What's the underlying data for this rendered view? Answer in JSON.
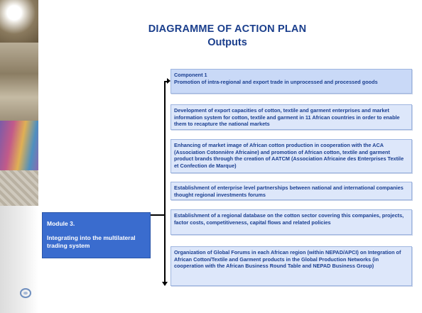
{
  "title": {
    "main": "DIAGRAMME OF ACTION PLAN",
    "sub": "Outputs"
  },
  "module": {
    "title": "Module 3.",
    "text": "Integrating into the multilateral trading system"
  },
  "outputs": [
    {
      "label": "Component 1",
      "text": "Promotion of intra-regional and export trade in unprocessed and processed goods"
    },
    {
      "text": "Development of export capacities of cotton, textile and garment  enterprises and market information system for cotton, textile and garment in 11 African countries in order to enable them to recapture the national markets"
    },
    {
      "text": "Enhancing of market image of African cotton production in cooperation with the ACA (Association Cotonnière Africaine) and promotion of African cotton, textile and garment product brands through the creation of AATCM (Association Africaine des Enterprises Textile et Confection de Marque)"
    },
    {
      "text": "Establishment of enterprise level partnerships between national and international companies thought regional investments forums"
    },
    {
      "text": "Establishment of a regional database on the cotton sector covering this companies, projects, factor costs, competitiveness, capital flows and related policies"
    },
    {
      "text": "Organization of Global Forums in each African region (within NEPAD/APCI) on Integration of African Cotton/Textile and Garment products in the Global Production Networks (in cooperation with the African Business Round Table and NEPAD Business Group)"
    }
  ]
}
